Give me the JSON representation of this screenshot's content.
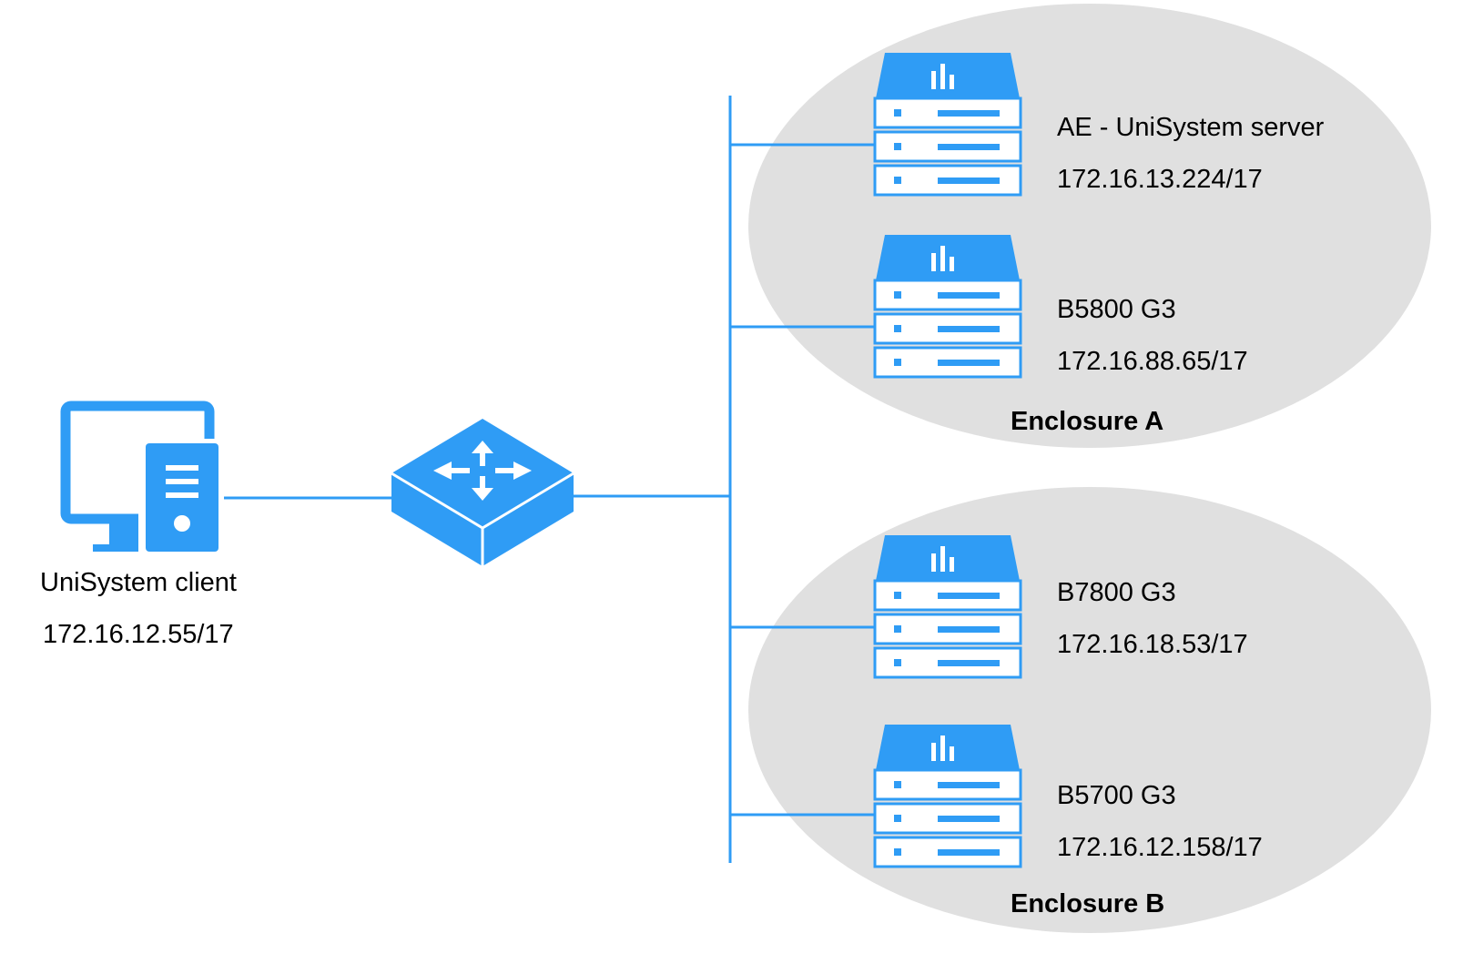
{
  "colors": {
    "accent": "#2f9cf5",
    "enclosure_fill": "#e0e0e0",
    "text": "#000000"
  },
  "client": {
    "name": "UniSystem client",
    "ip": "172.16.12.55/17",
    "icon": "computer-server-icon"
  },
  "switch": {
    "icon": "network-switch-icon"
  },
  "enclosures": [
    {
      "name": "Enclosure A",
      "servers": [
        {
          "name": "AE - UniSystem server",
          "ip": "172.16.13.224/17"
        },
        {
          "name": "B5800 G3",
          "ip": "172.16.88.65/17"
        }
      ]
    },
    {
      "name": "Enclosure B",
      "servers": [
        {
          "name": "B7800 G3",
          "ip": "172.16.18.53/17"
        },
        {
          "name": "B5700 G3",
          "ip": "172.16.12.158/17"
        }
      ]
    }
  ]
}
